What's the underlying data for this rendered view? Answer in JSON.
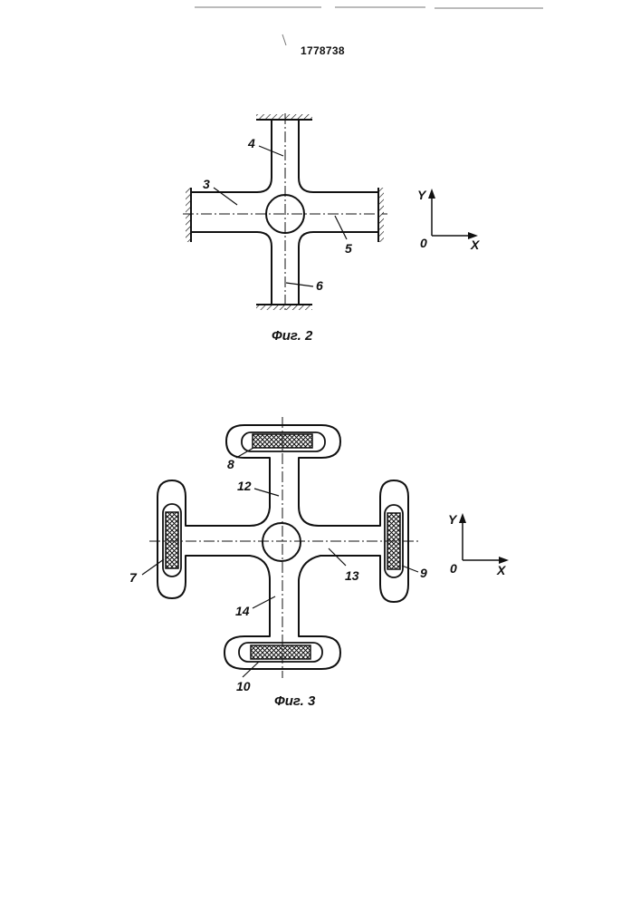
{
  "header": {
    "patent_number": "1778738"
  },
  "fig2": {
    "caption": "Фиг. 2",
    "labels": {
      "l3": "3",
      "l4": "4",
      "l5": "5",
      "l6": "6"
    },
    "axes": {
      "y": "Y",
      "origin": "0",
      "x": "X"
    }
  },
  "fig3": {
    "caption": "Фиг. 3",
    "labels": {
      "l7": "7",
      "l8": "8",
      "l9": "9",
      "l10": "10",
      "l12": "12",
      "l13": "13",
      "l14": "14"
    },
    "axes": {
      "y": "Y",
      "origin": "0",
      "x": "X"
    }
  }
}
